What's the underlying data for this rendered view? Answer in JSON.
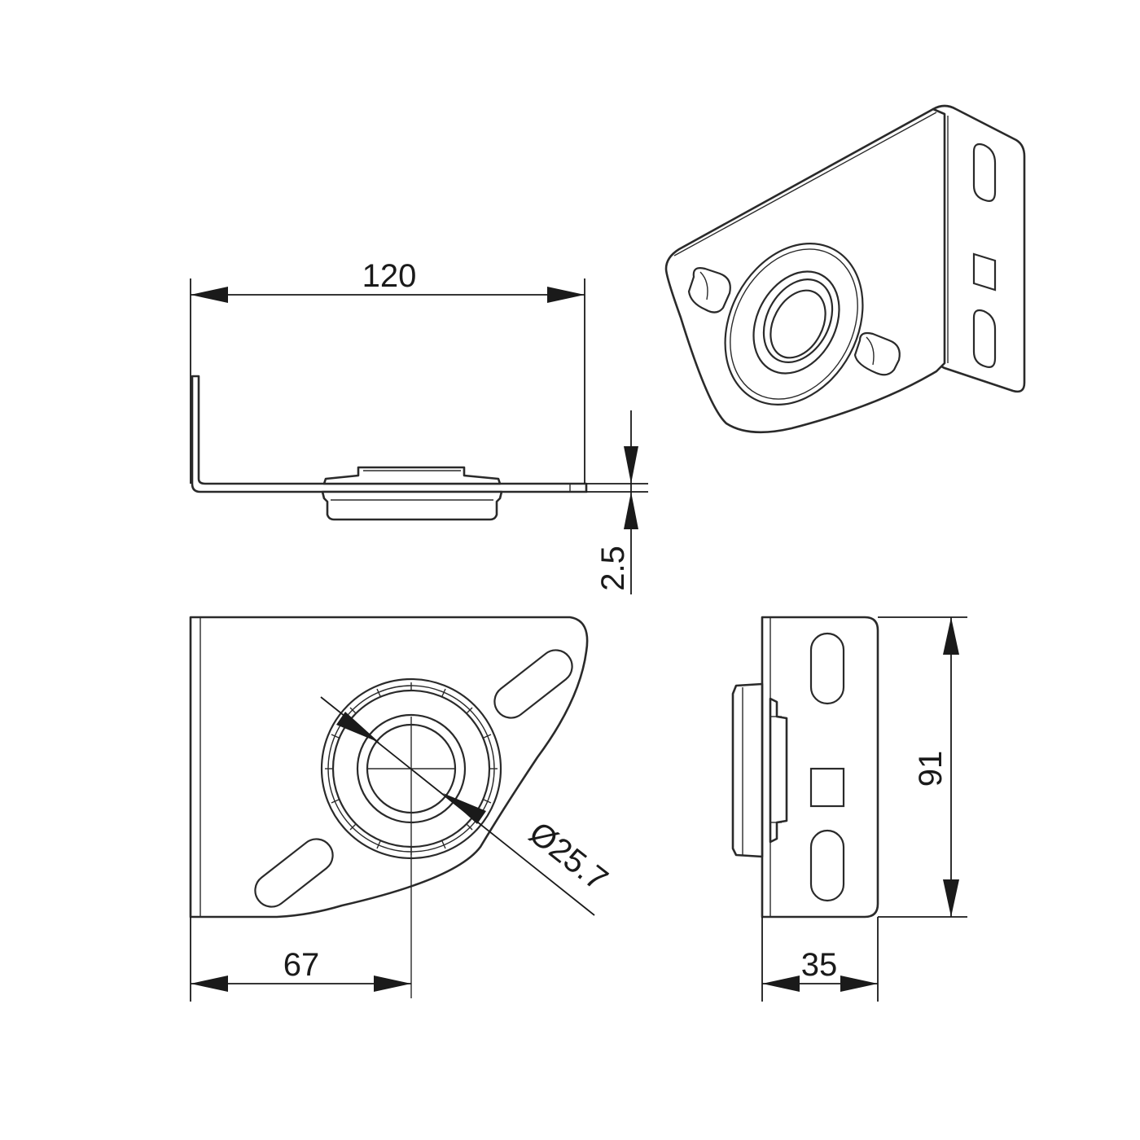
{
  "dimensions": {
    "width_top": "120",
    "thickness": "2.5",
    "hole_offset": "67",
    "bore_diameter": "Ø25.7",
    "height_side": "91",
    "depth_side": "35"
  }
}
